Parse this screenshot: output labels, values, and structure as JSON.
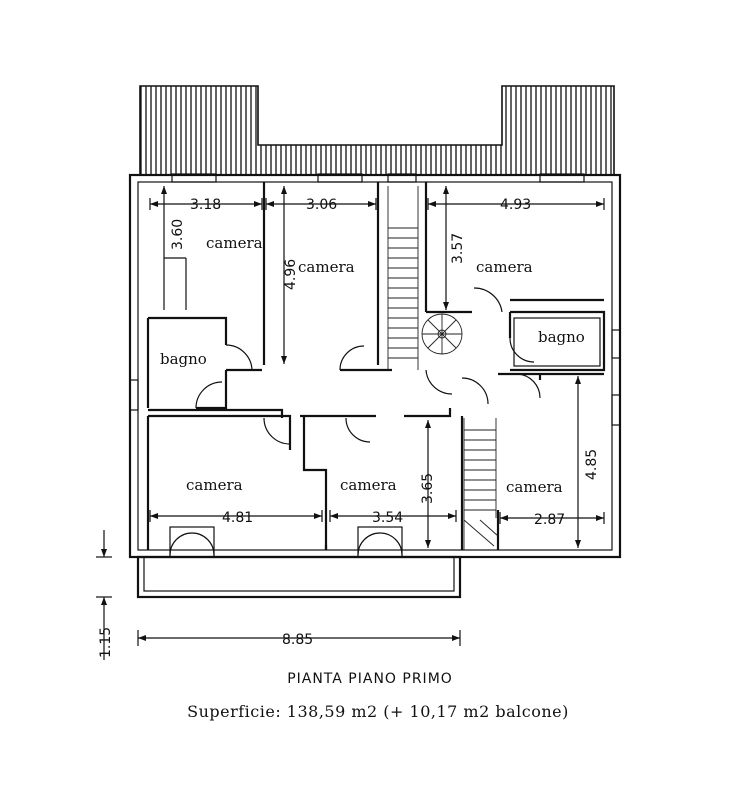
{
  "title": "PIANTA PIANO PRIMO",
  "subtitle": "Superficie: 138,59 m2 (+ 10,17 m2 balcone)",
  "rooms": {
    "camera_1": "camera",
    "camera_2": "camera",
    "camera_3": "camera",
    "camera_4": "camera",
    "camera_5": "camera",
    "camera_6": "camera",
    "bagno_1": "bagno",
    "bagno_2": "bagno"
  },
  "dimensions": {
    "d_3_18": "3.18",
    "d_3_06": "3.06",
    "d_4_93": "4.93",
    "d_3_60": "3.60",
    "d_4_96": "4.96",
    "d_3_57": "3.57",
    "d_4_81": "4.81",
    "d_3_54": "3.54",
    "d_3_65": "3.65",
    "d_2_87": "2.87",
    "d_4_85": "4.85",
    "d_8_85": "8.85",
    "d_1_15": "1.15"
  }
}
